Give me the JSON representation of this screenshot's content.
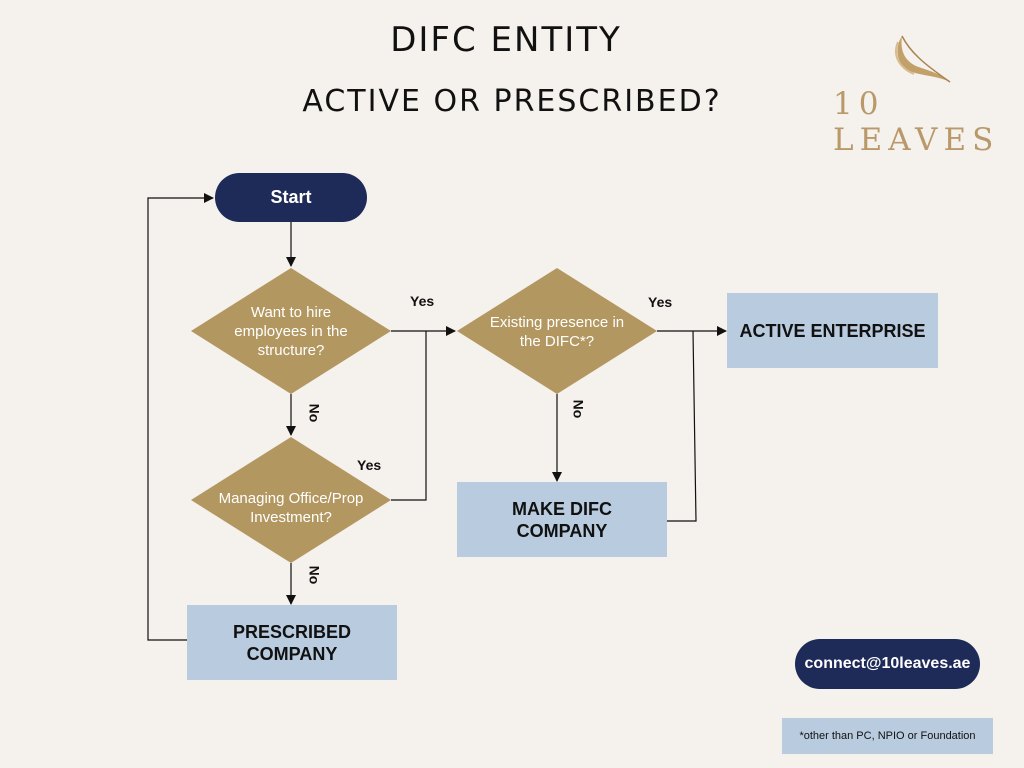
{
  "title": {
    "line1": "DIFC ENTITY",
    "line2": "ACTIVE OR PRESCRIBED?"
  },
  "logo": {
    "text": "10 LEAVES",
    "icon": "leaf-icon",
    "color": "#b9996a"
  },
  "colors": {
    "background": "#f5f1ed",
    "navy": "#1e2a57",
    "gold": "#b39760",
    "box_blue": "#b9cbde"
  },
  "flowchart": {
    "start": "Start",
    "decisions": {
      "hire_employees": "Want to hire employees in the structure?",
      "managing_office": "Managing Office/Prop Investment?",
      "existing_presence": "Existing presence in the DIFC*?"
    },
    "outcomes": {
      "active_enterprise": "ACTIVE ENTERPRISE",
      "make_difc_company": "MAKE DIFC COMPANY",
      "prescribed_company": "PRESCRIBED COMPANY"
    },
    "labels": {
      "yes": "Yes",
      "no": "No"
    }
  },
  "contact": {
    "email": "connect@10leaves.ae"
  },
  "footnote": "*other than PC, NPIO or Foundation"
}
